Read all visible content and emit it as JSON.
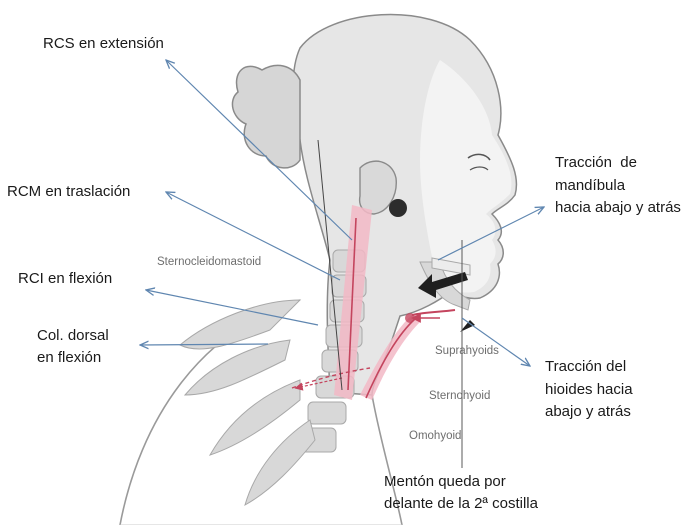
{
  "labels": {
    "rcs": "RCS en extensión",
    "rcm": "RCM en traslación",
    "rci": "RCI en flexión",
    "col_line1": "Col. dorsal",
    "col_line2": "en flexión",
    "traccion_mand_line1": "Tracción  de",
    "traccion_mand_line2": "mandíbula",
    "traccion_mand_line3": "hacia abajo y atrás",
    "traccion_hioides_line1": "Tracción del",
    "traccion_hioides_line2": "hioides hacia",
    "traccion_hioides_line3": "abajo y atrás",
    "menton_line1": "Mentón queda por",
    "menton_line2": "delante de la 2ª costilla"
  },
  "muscles": {
    "sternocleidomastoid": "Sternocleidomastoid",
    "suprahyoids": "Suprahyoids",
    "sternohyoid": "Sternohyoid",
    "omohyoid": "Omohyoid"
  },
  "colors": {
    "arrow_blue": "#5f86b0",
    "outline_gray": "#8a8a8a",
    "muscle_pink": "#f2b8c6",
    "muscle_red": "#c4455e",
    "text": "#1a1a1a",
    "muscle_label": "#6e6e6e"
  }
}
